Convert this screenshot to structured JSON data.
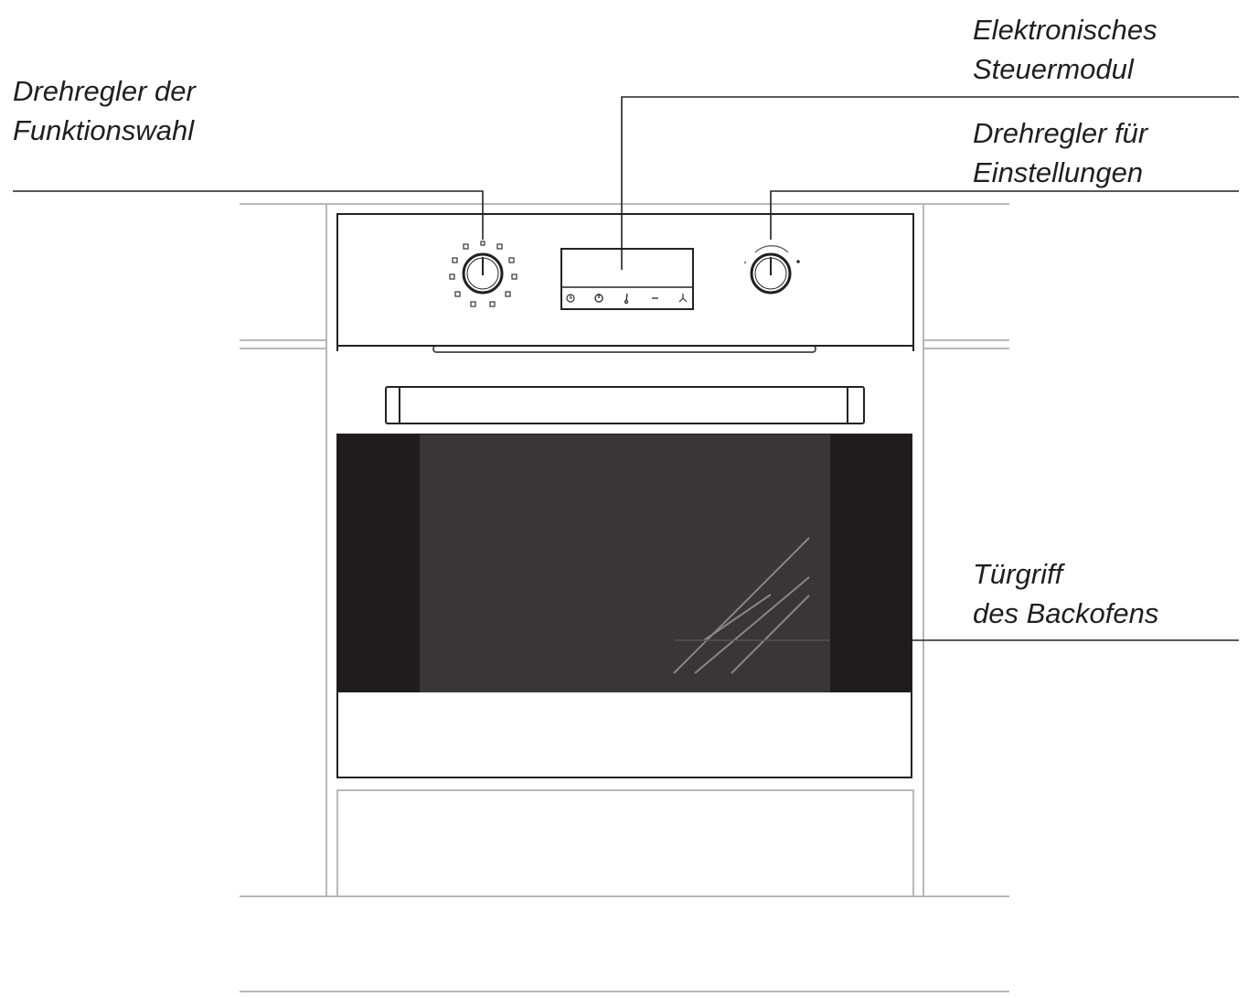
{
  "callouts": {
    "function_knob": {
      "line1": "Drehregler der",
      "line2": "Funktionswahl"
    },
    "control_module": {
      "line1": "Elektronisches",
      "line2": "Steuermodul"
    },
    "settings_knob": {
      "line1": "Drehregler für",
      "line2": "Einstellungen"
    },
    "door_handle": {
      "line1": "Türgriff",
      "line2": "des Backofens"
    }
  },
  "colors": {
    "line": "#222222",
    "cabinet": "#b8b8b8",
    "glass_center": "#3a3537",
    "glass_side": "#201c1d"
  },
  "icons": {
    "display_buttons": [
      "clock-icon",
      "power-icon",
      "temperature-icon",
      "minus-icon",
      "fan-icon"
    ]
  }
}
